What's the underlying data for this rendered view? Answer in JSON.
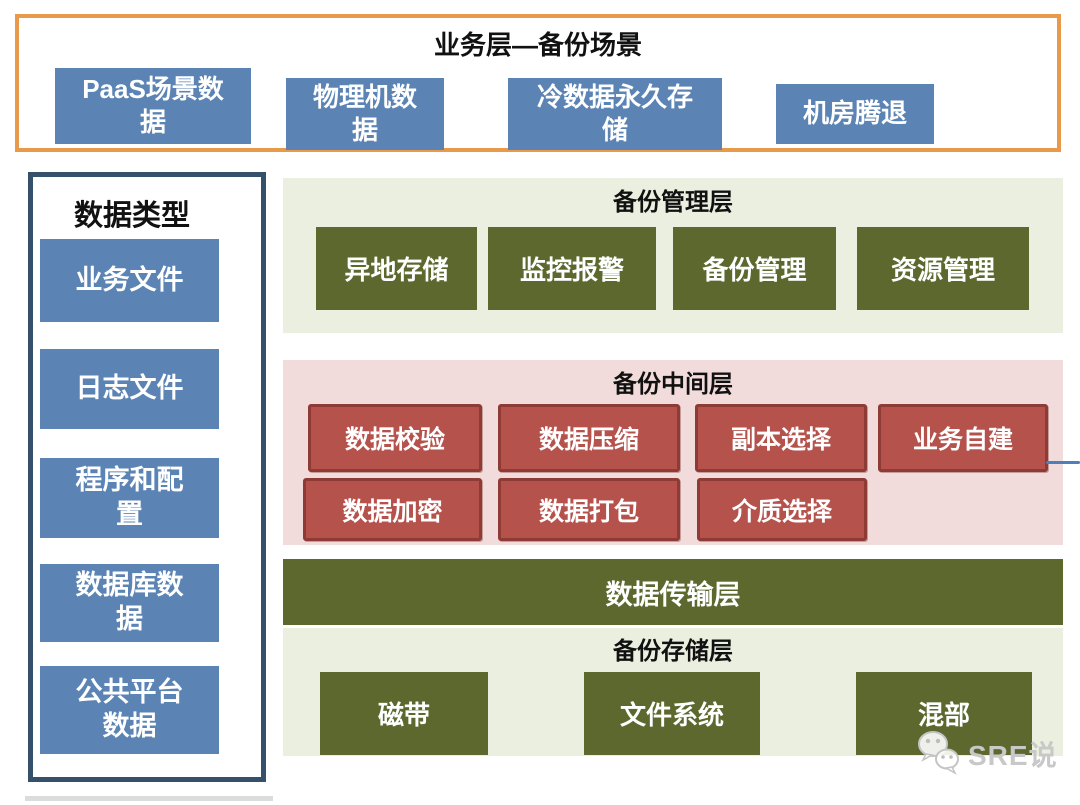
{
  "business_layer": {
    "title": "业务层—备份场景",
    "items": [
      {
        "label": "PaaS场景数\n据"
      },
      {
        "label": "物理机数\n据"
      },
      {
        "label": "冷数据永久存\n储"
      },
      {
        "label": "机房腾退"
      }
    ]
  },
  "data_types": {
    "title": "数据类型",
    "items": [
      {
        "label": "业务文件"
      },
      {
        "label": "日志文件"
      },
      {
        "label": "程序和配\n置"
      },
      {
        "label": "数据库数\n据"
      },
      {
        "label": "公共平台\n数据"
      }
    ]
  },
  "management_layer": {
    "title": "备份管理层",
    "items": [
      "异地存储",
      "监控报警",
      "备份管理",
      "资源管理"
    ]
  },
  "middle_layer": {
    "title": "备份中间层",
    "row1": [
      "数据校验",
      "数据压缩",
      "副本选择",
      "业务自建"
    ],
    "row2": [
      "数据加密",
      "数据打包",
      "介质选择"
    ]
  },
  "transmission_layer": {
    "title": "数据传输层"
  },
  "storage_layer": {
    "title": "备份存储层",
    "items": [
      "磁带",
      "文件系统",
      "混部"
    ]
  },
  "watermark": {
    "icon": "wechat-icon",
    "text": "SRE说"
  },
  "colors": {
    "banner_border_orange": "#E8994A",
    "blue_box": "#5B84B5",
    "sidebar_border_navy": "#34506B",
    "layer_bg_green": "#EBEFDF",
    "layer_bg_pink": "#F2DCDB",
    "olive_box": "#5D682F",
    "red_box_fill": "#B5524C",
    "red_box_border": "#8E3B36",
    "connector_blue": "#4E7FBA",
    "watermark_gray": "#C8C8C8"
  }
}
